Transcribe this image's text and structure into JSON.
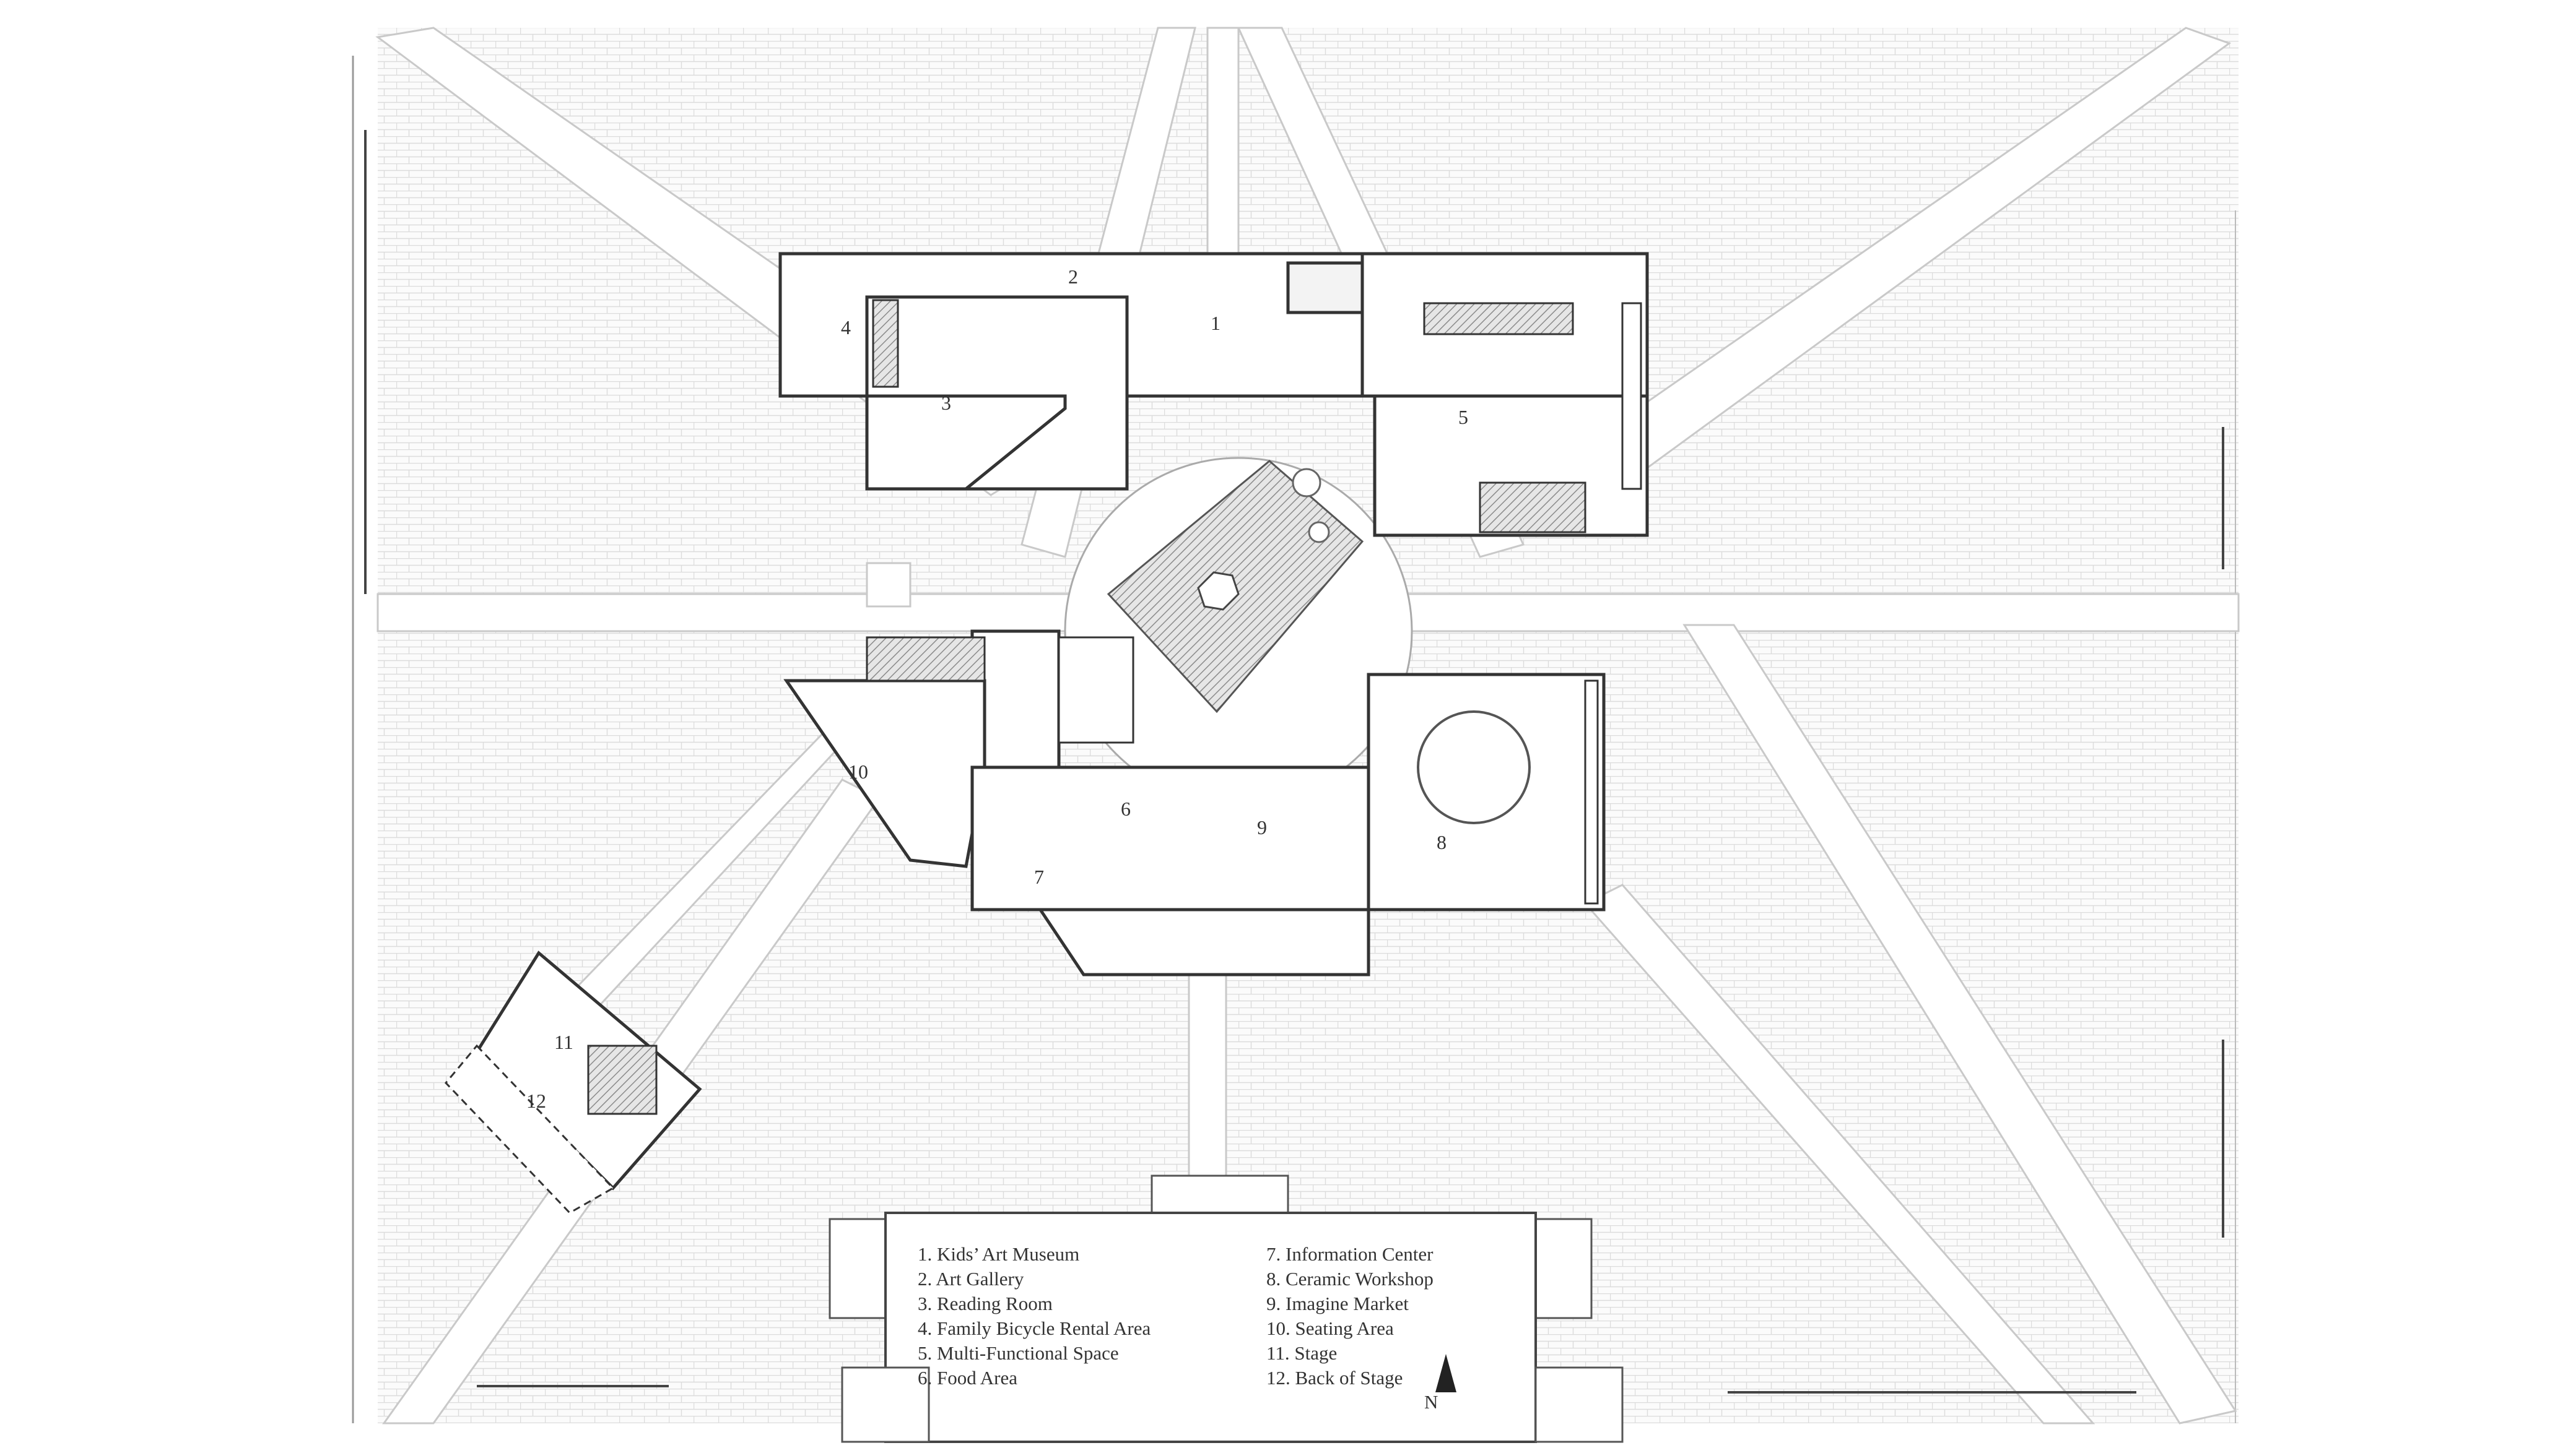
{
  "plan_labels": [
    "1",
    "2",
    "3",
    "4",
    "5",
    "6",
    "7",
    "8",
    "9",
    "10",
    "11",
    "12"
  ],
  "legend": {
    "left": [
      "1. Kids’ Art Museum",
      "2. Art Gallery",
      "3. Reading Room",
      "4. Family Bicycle Rental Area",
      "5. Multi-Functional Space",
      "6. Food Area"
    ],
    "right": [
      "7. Information Center",
      "8. Ceramic Workshop",
      "9. Imagine Market",
      "10. Seating Area",
      "11. Stage",
      "12. Back of Stage"
    ]
  },
  "north_label": "N"
}
